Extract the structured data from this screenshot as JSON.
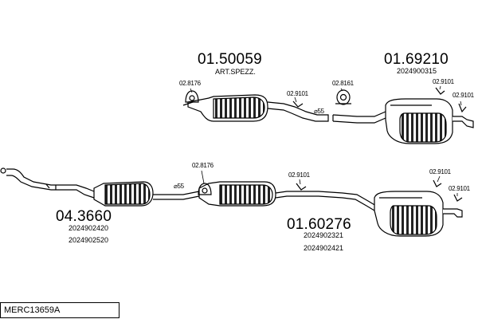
{
  "diagram": {
    "code": "MERC13659A",
    "upper": {
      "part_center": "01.50059",
      "part_center_note": "ART.SPEZZ.",
      "part_rear": "01.69210",
      "part_rear_oe": "2024900315",
      "clamp_a": "02.8176",
      "clamp_b": "02.8161",
      "hanger_a": "02.9101",
      "hanger_b": "02.9101",
      "hanger_c": "02.9101",
      "pipe_dia": "⌀55"
    },
    "lower": {
      "part_front": "04.3660",
      "part_front_oe1": "2024902420",
      "part_front_oe2": "2024902520",
      "part_rear": "01.60276",
      "part_rear_oe1": "2024902321",
      "part_rear_oe2": "2024902421",
      "clamp_a": "02.8176",
      "hanger_a": "02.9101",
      "hanger_b": "02.9101",
      "hanger_c": "02.9101",
      "pipe_dia": "⌀55"
    }
  }
}
